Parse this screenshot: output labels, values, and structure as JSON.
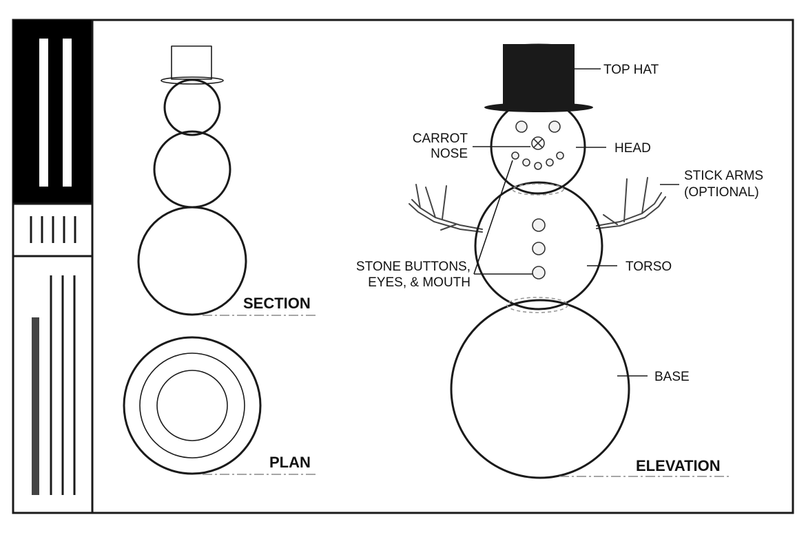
{
  "views": {
    "section": "SECTION",
    "plan": "PLAN",
    "elevation": "ELEVATION"
  },
  "callouts": {
    "top_hat": "TOP HAT",
    "head": "HEAD",
    "carrot_line1": "CARROT",
    "carrot_line2": "NOSE",
    "stick_arms_line1": "STICK ARMS",
    "stick_arms_line2": "(OPTIONAL)",
    "stone_line1": "STONE BUTTONS,",
    "stone_line2": "EYES, & MOUTH",
    "torso": "TORSO",
    "base": "BASE"
  },
  "colors": {
    "ink": "#1a1a1a",
    "title_block_fill": "#000000",
    "background": "#ffffff"
  }
}
